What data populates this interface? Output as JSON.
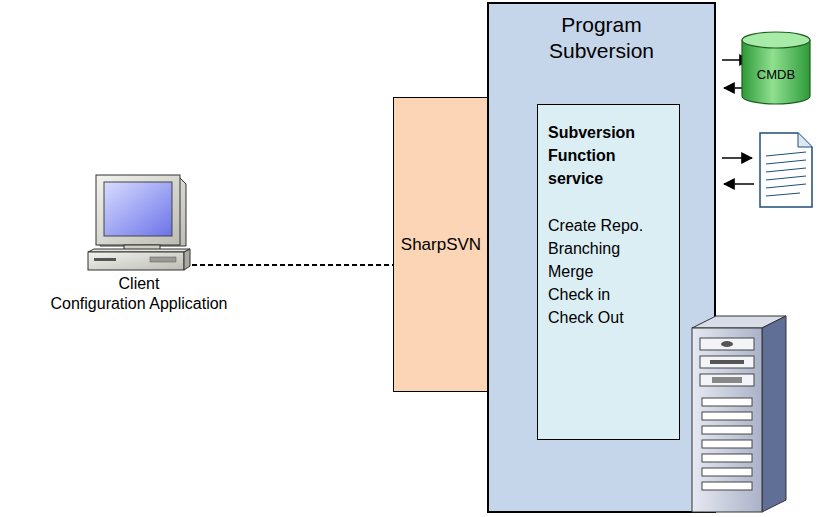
{
  "diagram": {
    "nodes": [
      {
        "text": [
          "Client",
          "Configuration Application"
        ]
      },
      {
        "text": [
          "SharpSVN"
        ]
      },
      {
        "text": [
          "Program Subversion"
        ]
      },
      {
        "text": [
          "Subversion Function service",
          "Create Repo.",
          "Branching",
          "Merge",
          "Check in",
          "Check Out"
        ],
        "in": 2
      },
      {
        "text": [
          "CMDB"
        ]
      }
    ],
    "edges": [
      {
        "from": 0,
        "to": 1,
        "arrow": "none"
      }
    ]
  }
}
